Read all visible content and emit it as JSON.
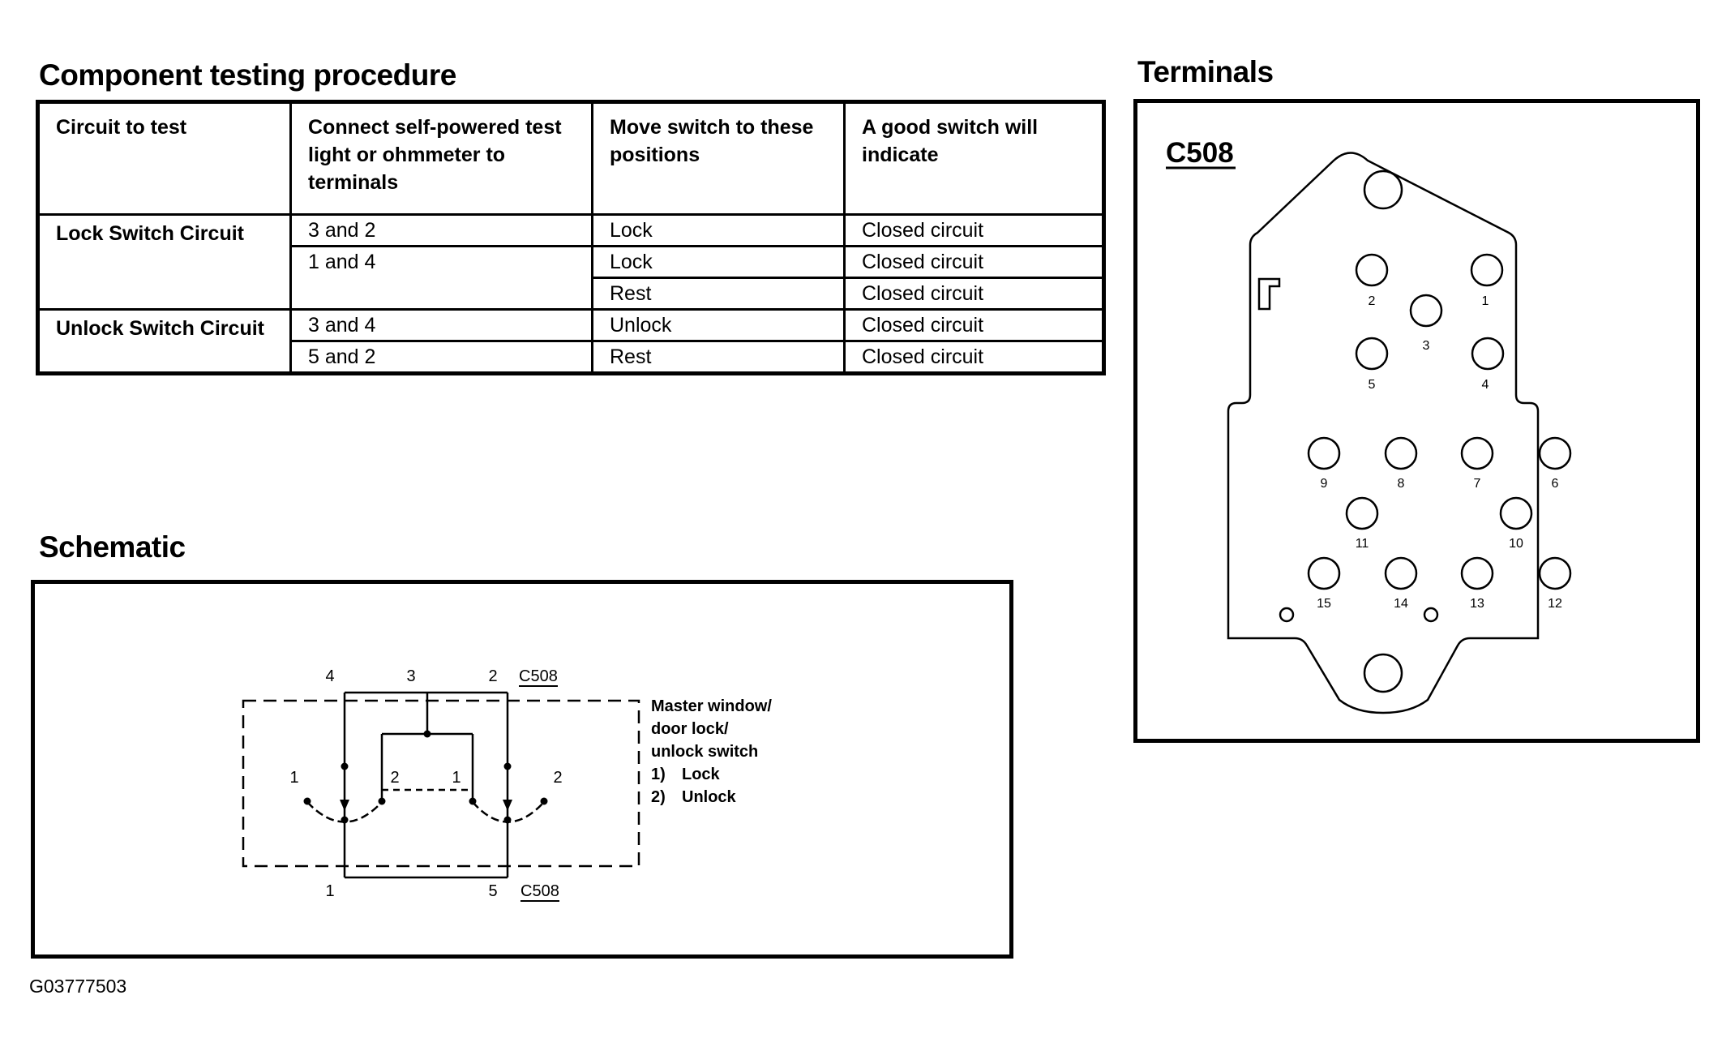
{
  "table_title": "Component testing procedure",
  "schematic_title": "Schematic",
  "terminals_title": "Terminals",
  "table": {
    "headers": [
      "Circuit to test",
      "Connect self-powered test light or ohmmeter to terminals",
      "Move switch to these positions",
      "A good switch will indicate"
    ],
    "rows": [
      {
        "circuit": "Lock Switch Circuit",
        "terminals": "3 and 2",
        "position": "Lock",
        "indicates": "Closed circuit"
      },
      {
        "circuit": "",
        "terminals": "1 and 4",
        "position": "Lock",
        "indicates": "Closed circuit"
      },
      {
        "circuit": "",
        "terminals": "",
        "position": "Rest",
        "indicates": "Closed circuit"
      },
      {
        "circuit": "Unlock Switch Circuit",
        "terminals": "3 and 4",
        "position": "Unlock",
        "indicates": "Closed circuit"
      },
      {
        "circuit": "",
        "terminals": "5 and 2",
        "position": "Rest",
        "indicates": "Closed circuit"
      }
    ]
  },
  "schematic": {
    "connector_label_top": "C508",
    "connector_label_bottom": "C508",
    "top_pins": [
      "4",
      "3",
      "2"
    ],
    "bottom_pins": [
      "1",
      "5"
    ],
    "switch_left_positions": [
      "1",
      "2"
    ],
    "switch_right_positions": [
      "1",
      "2"
    ],
    "component_name_lines": [
      "Master window/",
      "door lock/",
      "unlock switch"
    ],
    "position_legend": [
      {
        "num": "1)",
        "label": "Lock"
      },
      {
        "num": "2)",
        "label": "Unlock"
      }
    ]
  },
  "terminals": {
    "connector_id": "C508",
    "pins": [
      "1",
      "2",
      "3",
      "4",
      "5",
      "6",
      "7",
      "8",
      "9",
      "10",
      "11",
      "12",
      "13",
      "14",
      "15"
    ]
  },
  "figure_id": "G03777503"
}
